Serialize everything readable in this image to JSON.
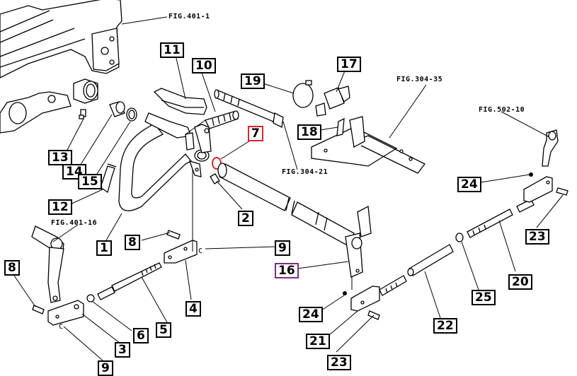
{
  "diagram": {
    "type": "exploded-parts-diagram",
    "figure_references": [
      {
        "id": "fig-401-1",
        "text": "FIG.401-1"
      },
      {
        "id": "fig-304-35",
        "text": "FIG.304-35"
      },
      {
        "id": "fig-304-21",
        "text": "FIG.304-21"
      },
      {
        "id": "fig-502-10",
        "text": "FIG.502-10"
      },
      {
        "id": "fig-401-16",
        "text": "FIG.401-16"
      }
    ],
    "callouts": [
      {
        "n": "1",
        "highlight": "none"
      },
      {
        "n": "2",
        "highlight": "none"
      },
      {
        "n": "3",
        "highlight": "none"
      },
      {
        "n": "4",
        "highlight": "none"
      },
      {
        "n": "5",
        "highlight": "none"
      },
      {
        "n": "6",
        "highlight": "none"
      },
      {
        "n": "7",
        "highlight": "red"
      },
      {
        "n": "8",
        "highlight": "none"
      },
      {
        "n": "8",
        "highlight": "none"
      },
      {
        "n": "9",
        "highlight": "none"
      },
      {
        "n": "9",
        "highlight": "none"
      },
      {
        "n": "10",
        "highlight": "none"
      },
      {
        "n": "11",
        "highlight": "none"
      },
      {
        "n": "12",
        "highlight": "none"
      },
      {
        "n": "13",
        "highlight": "none"
      },
      {
        "n": "14",
        "highlight": "none"
      },
      {
        "n": "15",
        "highlight": "none"
      },
      {
        "n": "16",
        "highlight": "purple"
      },
      {
        "n": "17",
        "highlight": "none"
      },
      {
        "n": "18",
        "highlight": "none"
      },
      {
        "n": "19",
        "highlight": "none"
      },
      {
        "n": "20",
        "highlight": "none"
      },
      {
        "n": "21",
        "highlight": "none"
      },
      {
        "n": "22",
        "highlight": "none"
      },
      {
        "n": "23",
        "highlight": "none"
      },
      {
        "n": "23",
        "highlight": "none"
      },
      {
        "n": "24",
        "highlight": "none"
      },
      {
        "n": "24",
        "highlight": "none"
      },
      {
        "n": "25",
        "highlight": "none"
      }
    ],
    "colors": {
      "line": "#000000",
      "background": "#ffffff",
      "highlight_red": "#d8282f",
      "highlight_purple": "#7b2d8e"
    }
  }
}
